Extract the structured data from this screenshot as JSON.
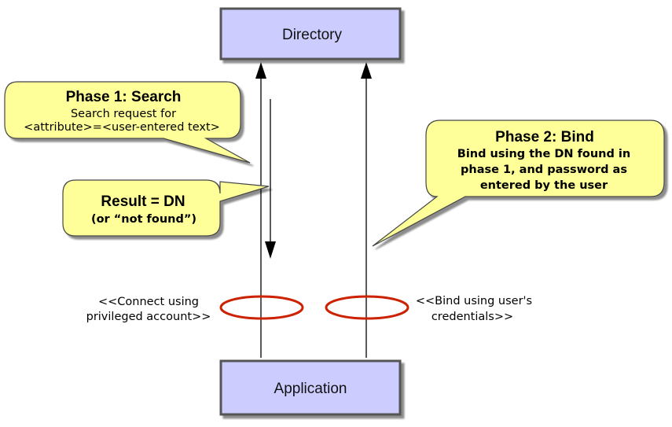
{
  "directory_box": {
    "label": "Directory"
  },
  "application_box": {
    "label": "Application"
  },
  "phase1": {
    "title": "Phase 1: Search",
    "line1": "Search request for",
    "line2": "<attribute>=<user-entered text>"
  },
  "result": {
    "title": "Result = DN",
    "line1": "(or “not found”)"
  },
  "phase2": {
    "title": "Phase 2: Bind",
    "line1": "Bind using the DN found in",
    "line2": "phase 1, and password as",
    "line3": "entered by the user"
  },
  "connect_note": {
    "line1": "<<Connect using",
    "line2": "privileged account>>"
  },
  "bind_note": {
    "line1": "<<Bind using user's",
    "line2": "credentials>>"
  },
  "colors": {
    "box_fill": "#ccccff",
    "box_stroke": "#555555",
    "callout_fill": "#ffff99",
    "callout_stroke": "#444444",
    "ellipse_stroke": "#cc2200",
    "line": "#000000"
  }
}
